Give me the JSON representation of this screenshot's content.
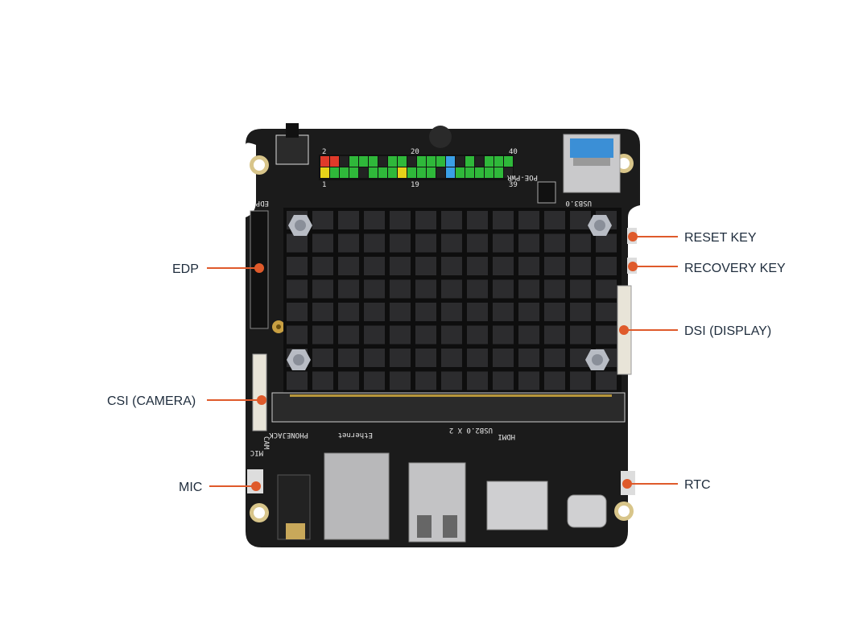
{
  "colors": {
    "board": "#1b1b1b",
    "heatsink": "#151515",
    "callout": "#df5a2b",
    "label": "#1f2d3d",
    "pin_green": "#2fb83a",
    "pin_red": "#e03a2a",
    "pin_yellow": "#e6d21a",
    "pin_blue": "#3aa0e6",
    "pin_black": "#222222"
  },
  "callouts": {
    "edp": "EDP",
    "csi": "CSI (CAMERA)",
    "mic": "MIC",
    "reset": "RESET KEY",
    "recovery": "RECOVERY KEY",
    "dsi": "DSI (DISPLAY)",
    "rtc": "RTC"
  },
  "silkscreen": {
    "edp": "EDP",
    "poe": "POE-PWR",
    "usb3": "USB3.0",
    "phonejack": "PHONEJACK",
    "ethernet": "Ethernet",
    "usb2": "USB2.0 X 2",
    "hdmi": "HDMI",
    "mic": "MIC",
    "cam": "CAM",
    "pin2": "2",
    "pin1": "1",
    "pin20": "20",
    "pin19": "19",
    "pin40": "40",
    "pin39": "39"
  },
  "gpio_header": {
    "top_row": [
      "red",
      "red",
      "black",
      "green",
      "green",
      "green",
      "black",
      "green",
      "green",
      "black",
      "green",
      "green",
      "green",
      "blue",
      "black",
      "green",
      "black",
      "green",
      "green",
      "green"
    ],
    "bottom_row": [
      "yellow",
      "green",
      "green",
      "green",
      "black",
      "green",
      "green",
      "green",
      "yellow",
      "green",
      "green",
      "green",
      "black",
      "blue",
      "green",
      "green",
      "green",
      "green",
      "green",
      "black"
    ]
  }
}
